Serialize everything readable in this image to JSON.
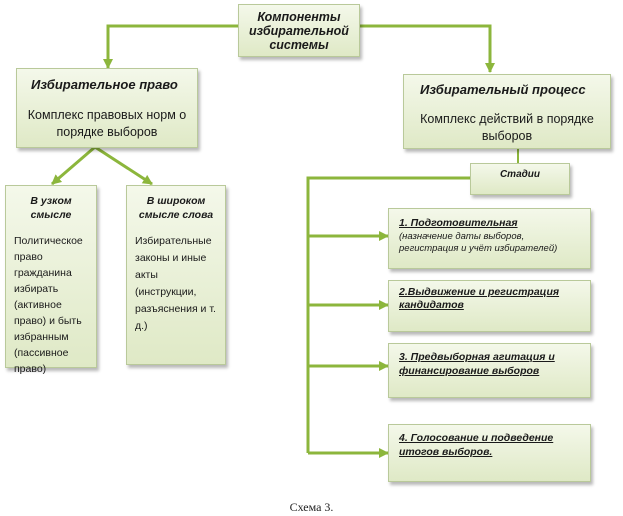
{
  "root": {
    "title": "Компоненты избирательной системы"
  },
  "left": {
    "title": "Избирательное право",
    "subtitle": "Комплекс правовых норм о порядке выборов",
    "narrow": {
      "title": "В узком смысле",
      "body": "Политическое право гражданина избирать (активное право) и быть избранным (пассивное право)"
    },
    "broad": {
      "title": "В широком смысле слова",
      "body": "Избирательные законы и иные акты (инструкции, разъяснения и т. д.)"
    }
  },
  "right": {
    "title": "Избирательный процесс",
    "subtitle": "Комплекс действий в порядке выборов",
    "stages_label": "Стадии",
    "stages": [
      {
        "title": "1. Подготовительная",
        "note": "(назначение даты выборов, регистрация и учёт избирателей)"
      },
      {
        "title": "2.Выдвижение и регистрация кандидатов",
        "note": ""
      },
      {
        "title": "3. Предвыборная агитация и финансирование выборов",
        "note": ""
      },
      {
        "title": "4. Голосование и подведение итогов выборов.",
        "note": ""
      }
    ]
  },
  "caption": "Схема 3.",
  "colors": {
    "connector": "#8cb63c",
    "box_border": "#b9c99a",
    "box_fill": "#e6eed2"
  }
}
